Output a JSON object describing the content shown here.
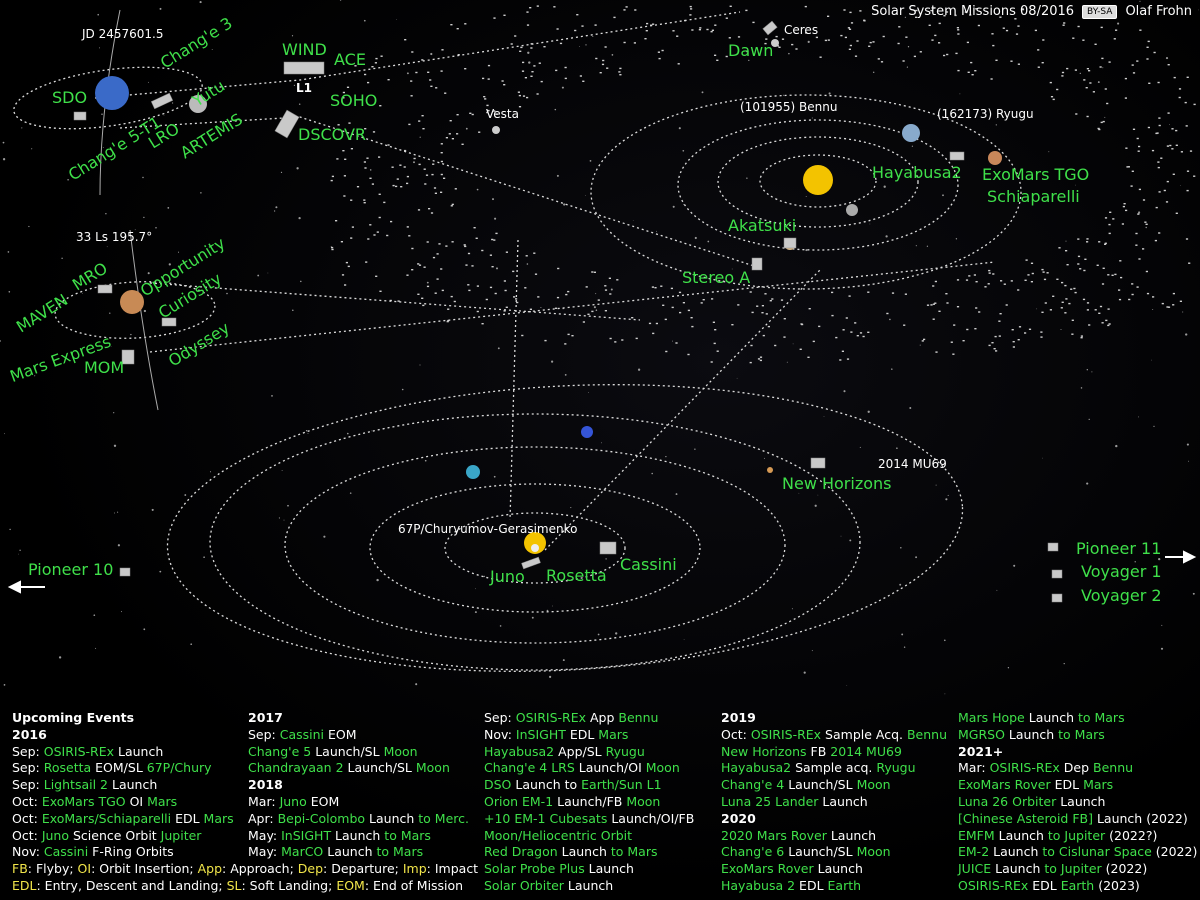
{
  "header": {
    "title": "Solar System Missions 08/2016",
    "license": "BY-SA",
    "author": "Olaf Frohn"
  },
  "labels": {
    "jd": "JD 2457601.5",
    "mars_ls": "33 Ls 195.7°",
    "sdo": "SDO",
    "change3": "Chang'e 3",
    "yutu": "Yutu",
    "lro": "LRO",
    "artemis": "ARTEMIS",
    "change5t1": "Chang'e 5-T1",
    "wind": "WIND",
    "ace": "ACE",
    "l1": "L1",
    "soho": "SOHO",
    "dscovr": "DSCOVR",
    "dawn": "Dawn",
    "ceres": "Ceres",
    "vesta": "Vesta",
    "bennu": "(101955) Bennu",
    "ryugu": "(162173) Ryugu",
    "hayabusa2": "Hayabusa2",
    "exomars": "ExoMars TGO",
    "schiaparelli": "Schiaparelli",
    "akatsuki": "Akatsuki",
    "stereo": "Stereo A",
    "maven": "MAVEN",
    "mro": "MRO",
    "opportunity": "Opportunity",
    "curiosity": "Curiosity",
    "marsexpress": "Mars Express",
    "mom": "MOM",
    "odyssey": "Odyssey",
    "mu69": "2014 MU69",
    "newhorizons": "New Horizons",
    "comet": "67P/Churyumov-Gerasimenko",
    "juno": "Juno",
    "rosetta": "Rosetta",
    "cassini": "Cassini",
    "pioneer10": "Pioneer 10",
    "pioneer11": "Pioneer 11",
    "voyager1": "Voyager 1",
    "voyager2": "Voyager 2"
  },
  "events": {
    "col1": [
      {
        "h": "Upcoming Events"
      },
      {
        "h": "2016"
      },
      {
        "d": "Sep:",
        "p": [
          [
            "t",
            "OSIRIS-REx"
          ],
          [
            "s",
            " Launch"
          ]
        ]
      },
      {
        "d": "Sep:",
        "p": [
          [
            "t",
            "Rosetta"
          ],
          [
            "s",
            " EOM/SL "
          ],
          [
            "t",
            "67P/Chury"
          ]
        ]
      },
      {
        "d": "Sep:",
        "p": [
          [
            "t",
            "Lightsail 2"
          ],
          [
            "s",
            " Launch"
          ]
        ]
      },
      {
        "d": "Oct:",
        "p": [
          [
            "t",
            "ExoMars TGO"
          ],
          [
            "s",
            " OI "
          ],
          [
            "t",
            "Mars"
          ]
        ]
      },
      {
        "d": "Oct:",
        "p": [
          [
            "t",
            "ExoMars/Schiaparelli"
          ],
          [
            "s",
            " EDL "
          ],
          [
            "t",
            "Mars"
          ]
        ]
      },
      {
        "d": "Oct:",
        "p": [
          [
            "t",
            "Juno"
          ],
          [
            "s",
            " Science Orbit "
          ],
          [
            "t",
            "Jupiter"
          ]
        ]
      },
      {
        "d": "Nov:",
        "p": [
          [
            "t",
            "Cassini"
          ],
          [
            "s",
            " F-Ring Orbits"
          ]
        ]
      }
    ],
    "col2": [
      {
        "h": "2017"
      },
      {
        "d": "Sep:",
        "p": [
          [
            "t",
            "Cassini"
          ],
          [
            "s",
            " EOM"
          ]
        ]
      },
      {
        "d": "",
        "p": [
          [
            "t",
            "Chang'e 5"
          ],
          [
            "s",
            " Launch/SL "
          ],
          [
            "t",
            "Moon"
          ]
        ]
      },
      {
        "d": "",
        "p": [
          [
            "t",
            "Chandrayaan 2"
          ],
          [
            "s",
            " Launch/SL "
          ],
          [
            "t",
            "Moon"
          ]
        ]
      },
      {
        "h": "2018"
      },
      {
        "d": "Mar:",
        "p": [
          [
            "t",
            "Juno"
          ],
          [
            "s",
            " EOM"
          ]
        ]
      },
      {
        "d": "Apr:",
        "p": [
          [
            "t",
            "Bepi-Colombo"
          ],
          [
            "s",
            " Launch "
          ],
          [
            "t",
            "to Merc."
          ]
        ]
      },
      {
        "d": "May:",
        "p": [
          [
            "t",
            "InSIGHT"
          ],
          [
            "s",
            " Launch "
          ],
          [
            "t",
            "to Mars"
          ]
        ]
      },
      {
        "d": "May:",
        "p": [
          [
            "t",
            "MarCO"
          ],
          [
            "s",
            " Launch "
          ],
          [
            "t",
            "to Mars"
          ]
        ]
      }
    ],
    "col3": [
      {
        "d": "Sep:",
        "p": [
          [
            "t",
            "OSIRIS-REx"
          ],
          [
            "s",
            " App "
          ],
          [
            "t",
            "Bennu"
          ]
        ]
      },
      {
        "d": "Nov:",
        "p": [
          [
            "t",
            "InSIGHT"
          ],
          [
            "s",
            " EDL "
          ],
          [
            "t",
            "Mars"
          ]
        ]
      },
      {
        "d": "",
        "p": [
          [
            "t",
            "Hayabusa2"
          ],
          [
            "s",
            " App/SL "
          ],
          [
            "t",
            "Ryugu"
          ]
        ]
      },
      {
        "d": "",
        "p": [
          [
            "t",
            "Chang'e 4 LRS"
          ],
          [
            "s",
            " Launch/OI "
          ],
          [
            "t",
            "Moon"
          ]
        ]
      },
      {
        "d": "",
        "p": [
          [
            "t",
            "DSO"
          ],
          [
            "s",
            " Launch to "
          ],
          [
            "t",
            "Earth/Sun L1"
          ]
        ]
      },
      {
        "d": "",
        "p": [
          [
            "t",
            "Orion EM-1"
          ],
          [
            "s",
            " Launch/FB "
          ],
          [
            "t",
            "Moon"
          ]
        ]
      },
      {
        "d": "",
        "p": [
          [
            "t",
            "+10 EM-1 Cubesats"
          ],
          [
            "s",
            " Launch/OI/FB"
          ]
        ]
      },
      {
        "d": "",
        "p": [
          [
            "t",
            "   Moon/Heliocentric Orbit"
          ]
        ]
      },
      {
        "d": "",
        "p": [
          [
            "t",
            "Red Dragon"
          ],
          [
            "s",
            " Launch "
          ],
          [
            "t",
            "to Mars"
          ]
        ]
      },
      {
        "d": "",
        "p": [
          [
            "t",
            "Solar Probe Plus"
          ],
          [
            "s",
            " Launch"
          ]
        ]
      },
      {
        "d": "",
        "p": [
          [
            "t",
            "Solar Orbiter"
          ],
          [
            "s",
            " Launch"
          ]
        ]
      }
    ],
    "col4": [
      {
        "h": "2019"
      },
      {
        "d": "Oct:",
        "p": [
          [
            "t",
            "OSIRIS-REx"
          ],
          [
            "s",
            " Sample Acq. "
          ],
          [
            "t",
            "Bennu"
          ]
        ]
      },
      {
        "d": "",
        "p": [
          [
            "t",
            "New Horizons"
          ],
          [
            "s",
            " FB "
          ],
          [
            "t",
            "2014 MU69"
          ]
        ]
      },
      {
        "d": "",
        "p": [
          [
            "t",
            "Hayabusa2"
          ],
          [
            "s",
            " Sample acq. "
          ],
          [
            "t",
            "Ryugu"
          ]
        ]
      },
      {
        "d": "",
        "p": [
          [
            "t",
            "Chang'e 4"
          ],
          [
            "s",
            " Launch/SL "
          ],
          [
            "t",
            "Moon"
          ]
        ]
      },
      {
        "d": "",
        "p": [
          [
            "t",
            "Luna 25 Lander"
          ],
          [
            "s",
            " Launch"
          ]
        ]
      },
      {
        "h": "2020"
      },
      {
        "d": "",
        "p": [
          [
            "t",
            "2020 Mars Rover"
          ],
          [
            "s",
            " Launch"
          ]
        ]
      },
      {
        "d": "",
        "p": [
          [
            "t",
            "Chang'e 6"
          ],
          [
            "s",
            " Launch/SL "
          ],
          [
            "t",
            "Moon"
          ]
        ]
      },
      {
        "d": "",
        "p": [
          [
            "t",
            "ExoMars Rover"
          ],
          [
            "s",
            " Launch"
          ]
        ]
      },
      {
        "d": "",
        "p": [
          [
            "t",
            "Hayabusa 2"
          ],
          [
            "s",
            " EDL "
          ],
          [
            "t",
            "Earth"
          ]
        ]
      }
    ],
    "col5": [
      {
        "d": "",
        "p": [
          [
            "t",
            "Mars Hope"
          ],
          [
            "s",
            " Launch "
          ],
          [
            "t",
            "to Mars"
          ]
        ]
      },
      {
        "d": "",
        "p": [
          [
            "t",
            "MGRSO"
          ],
          [
            "s",
            " Launch "
          ],
          [
            "t",
            "to Mars"
          ]
        ]
      },
      {
        "h": "2021+"
      },
      {
        "d": "Mar:",
        "p": [
          [
            "t",
            "OSIRIS-REx"
          ],
          [
            "s",
            " Dep "
          ],
          [
            "t",
            "Bennu"
          ]
        ]
      },
      {
        "d": "",
        "p": [
          [
            "t",
            "ExoMars Rover"
          ],
          [
            "s",
            " EDL "
          ],
          [
            "t",
            "Mars"
          ]
        ]
      },
      {
        "d": "",
        "p": [
          [
            "t",
            "Luna 26 Orbiter"
          ],
          [
            "s",
            " Launch"
          ]
        ]
      },
      {
        "d": "",
        "p": [
          [
            "t",
            "[Chinese Asteroid FB]"
          ],
          [
            "s",
            " Launch (2022)"
          ]
        ]
      },
      {
        "d": "",
        "p": [
          [
            "t",
            "EMFM"
          ],
          [
            "s",
            " Launch "
          ],
          [
            "t",
            "to Jupiter"
          ],
          [
            "s",
            " (2022?)"
          ]
        ]
      },
      {
        "d": "",
        "p": [
          [
            "t",
            "EM-2"
          ],
          [
            "s",
            " Launch "
          ],
          [
            "t",
            "to Cislunar Space"
          ],
          [
            "s",
            " (2022)"
          ]
        ]
      },
      {
        "d": "",
        "p": [
          [
            "t",
            "JUICE"
          ],
          [
            "s",
            " Launch "
          ],
          [
            "t",
            "to Jupiter"
          ],
          [
            "s",
            " (2022)"
          ]
        ]
      },
      {
        "d": "",
        "p": [
          [
            "t",
            "OSIRIS-REx"
          ],
          [
            "s",
            " EDL "
          ],
          [
            "t",
            "Earth"
          ],
          [
            "s",
            " (2023)"
          ]
        ]
      }
    ],
    "legend1": [
      [
        "k",
        "FB"
      ],
      [
        "s",
        ": Flyby; "
      ],
      [
        "k",
        "OI"
      ],
      [
        "s",
        ": Orbit Insertion; "
      ],
      [
        "k",
        "App"
      ],
      [
        "s",
        ": Approach; "
      ],
      [
        "k",
        "Dep"
      ],
      [
        "s",
        ": Departure; "
      ],
      [
        "k",
        "Imp"
      ],
      [
        "s",
        ": Impact"
      ]
    ],
    "legend2": [
      [
        "k",
        "EDL"
      ],
      [
        "s",
        ": Entry, Descent and Landing; "
      ],
      [
        "k",
        "SL"
      ],
      [
        "s",
        ": Soft Landing; "
      ],
      [
        "k",
        "EOM"
      ],
      [
        "s",
        ": End of Mission"
      ]
    ]
  },
  "colors": {
    "mission": "#3fe04a",
    "body": "#ffffff",
    "legend_key": "#f2e64a",
    "sun": "#f5c400"
  }
}
